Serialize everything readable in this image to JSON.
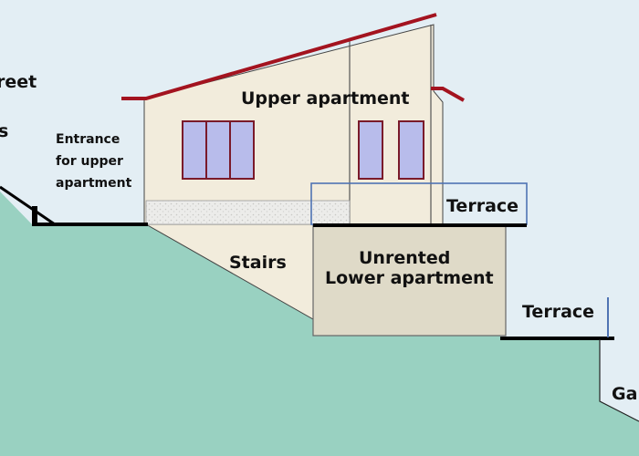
{
  "labels": {
    "street": "reet",
    "street2": "s",
    "entrance_line1": "Entrance",
    "entrance_line2": "for upper",
    "entrance_line3": "apartment",
    "upper_apartment": "Upper apartment",
    "terrace_upper": "Terrace",
    "stairs": "Stairs",
    "lower_line1": "Unrented",
    "lower_line2": "Lower apartment",
    "terrace_lower": "Terrace",
    "garden": "Ga"
  },
  "colors": {
    "sky": "#e3eef4",
    "ground": "#99d1c1",
    "wall": "#f2ecdc",
    "roof": "#a3131f",
    "window_glass": "#b8bceb",
    "window_frame": "#7a1a2a",
    "lower_apartment": "#dfdac8",
    "railing": "#4f73b3",
    "outline": "#000000"
  }
}
